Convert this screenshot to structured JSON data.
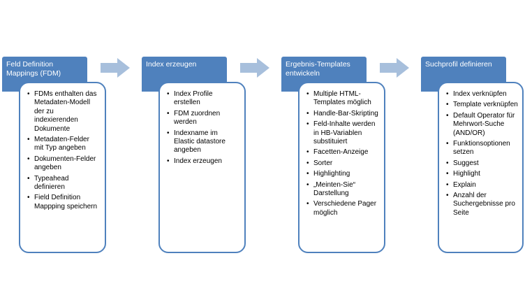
{
  "steps": [
    {
      "title": "Feld Definition Mappings (FDM)",
      "items": [
        "FDMs enthalten das Metadaten-Modell der zu indexierenden Dokumente",
        "Metadaten-Felder mit Typ angeben",
        "Dokumenten-Felder angeben",
        "Typeahead definieren",
        "Field Definition Mappping speichern"
      ]
    },
    {
      "title": "Index erzeugen",
      "items": [
        "Index Profile erstellen",
        "FDM zuordnen werden",
        "Indexname im Elastic datastore angeben",
        "Index erzeugen"
      ]
    },
    {
      "title": "Ergebnis-Templates entwickeln",
      "items": [
        "Multiple HTML-Templates möglich",
        "Handle-Bar-Skripting",
        "Feld-Inhalte werden in HB-Variablen substituiert",
        "Facetten-Anzeige",
        "Sorter",
        "Highlighting",
        "„Meinten-Sie“ Darstellung",
        "Verschiedene Pager möglich"
      ]
    },
    {
      "title": "Suchprofil definieren",
      "items": [
        "Index verknüpfen",
        "Template verknüpfen",
        "Default Operator für Mehrwort-Suche (AND/OR)",
        "Funktionsoptionen setzen",
        "Suggest",
        "Highlight",
        "Explain",
        "Anzahl der Suchergebnisse pro Seite"
      ]
    }
  ],
  "colors": {
    "header_bg": "#4f81bd",
    "border": "#4f81bd",
    "arrow_fill": "#a7bfdc"
  }
}
